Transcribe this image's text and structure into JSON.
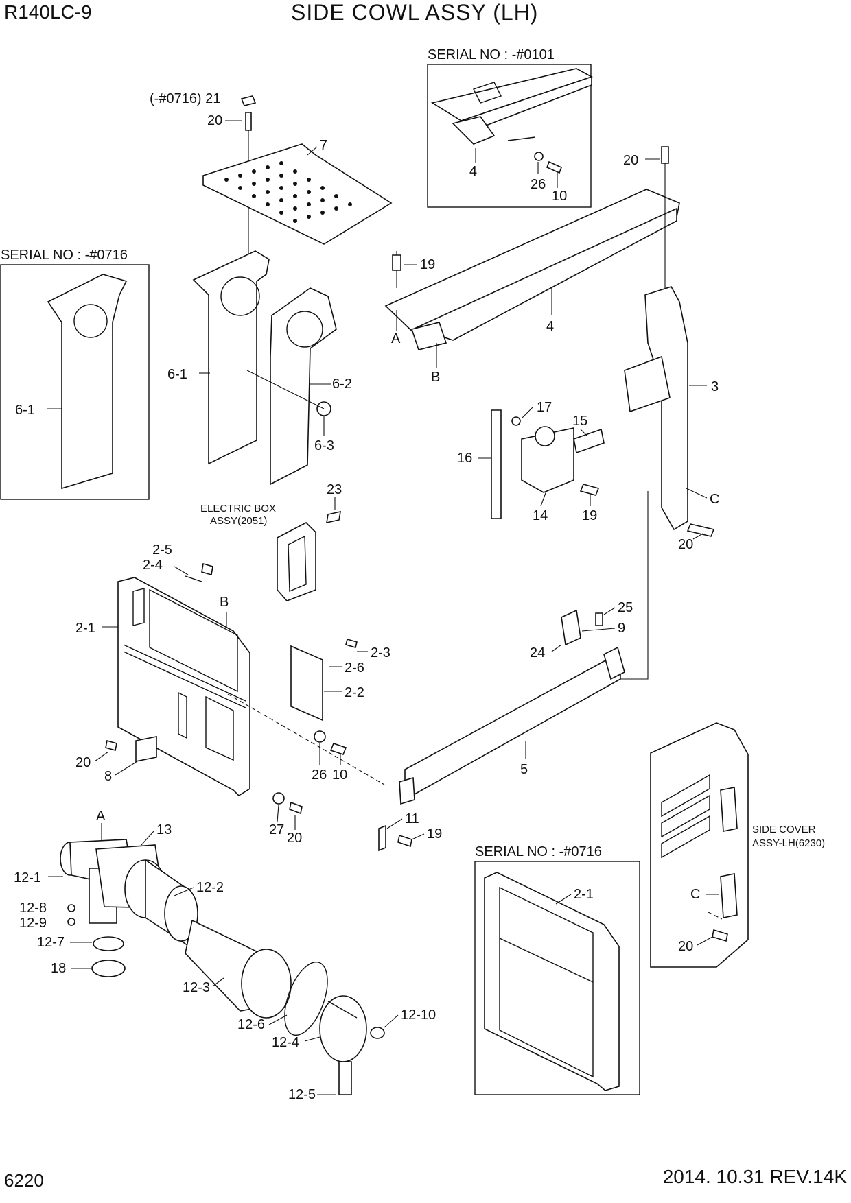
{
  "header": {
    "model": "R140LC-9",
    "title": "SIDE COWL ASSY (LH)"
  },
  "footer": {
    "page_number": "6220",
    "date_revision": "2014. 10.31  REV.14K"
  },
  "serial_boxes": {
    "top_right": "SERIAL NO : -#0101",
    "left": "SERIAL NO : -#0716",
    "bottom_right": "SERIAL NO : -#0716"
  },
  "notes": {
    "electric_box_line1": "ELECTRIC BOX",
    "electric_box_line2": "ASSY(2051)",
    "side_cover_line1": "SIDE COVER",
    "side_cover_line2": "ASSY-LH(6230)"
  },
  "callouts": {
    "p21": "(-#0716) 21",
    "p20a": "20",
    "p7": "7",
    "p4box": "4",
    "p26box": "26",
    "p10box": "10",
    "p20b": "20",
    "p19a": "19",
    "p4": "4",
    "pA1": "A",
    "pB1": "B",
    "p3": "3",
    "p61left": "6-1",
    "p61": "6-1",
    "p62": "6-2",
    "p63": "6-3",
    "p17": "17",
    "p15": "15",
    "p16": "16",
    "p14": "14",
    "p19b": "19",
    "pC1": "C",
    "p20c": "20",
    "p23": "23",
    "p25h": "2-5",
    "p24h": "2-4",
    "pB2": "B",
    "p21h": "2-1",
    "p23h": "2-3",
    "p26h": "2-6",
    "p22h": "2-2",
    "p20d": "20",
    "p8": "8",
    "p26b": "26",
    "p10b": "10",
    "p25": "25",
    "p9": "9",
    "p24": "24",
    "p5": "5",
    "p27": "27",
    "p20e": "20",
    "p11": "11",
    "p19c": "19",
    "pA2": "A",
    "p13": "13",
    "p121": "12-1",
    "p122": "12-2",
    "p128": "12-8",
    "p129": "12-9",
    "p127": "12-7",
    "p18": "18",
    "p123": "12-3",
    "p126": "12-6",
    "p124": "12-4",
    "p1210": "12-10",
    "p125": "12-5",
    "p21box": "2-1",
    "pC2": "C",
    "p20f": "20"
  }
}
